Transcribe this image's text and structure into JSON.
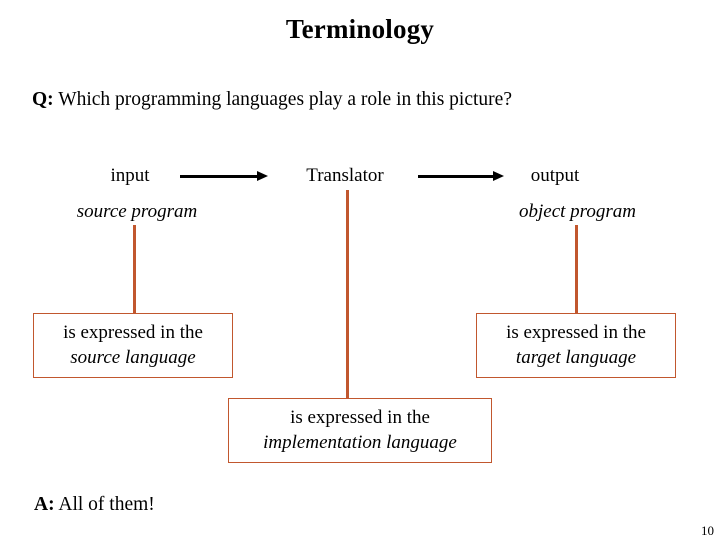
{
  "slide": {
    "title": "Terminology",
    "page_number": "10",
    "accent_color": "#C1572E",
    "text_color": "#000000",
    "background_color": "#FFFFFF"
  },
  "question": {
    "prefix": "Q:",
    "text": " Which programming languages play a role in this picture?"
  },
  "answer": {
    "prefix": "A:",
    "text": " All of them!"
  },
  "flow": {
    "nodes": [
      {
        "label": "input",
        "sublabel": "source program"
      },
      {
        "label": "Translator",
        "sublabel": ""
      },
      {
        "label": "output",
        "sublabel": "object program"
      }
    ],
    "arrows": [
      {
        "from": "input",
        "to": "Translator",
        "direction": "right"
      },
      {
        "from": "Translator",
        "to": "output",
        "direction": "right"
      }
    ]
  },
  "boxes": [
    {
      "id": "source-language",
      "line_1": "is expressed in the",
      "line_2": "source language",
      "connects_to": "source program"
    },
    {
      "id": "target-language",
      "line_1": "is expressed in the",
      "line_2": "target language",
      "connects_to": "object program"
    },
    {
      "id": "implementation-language",
      "line_1": "is expressed in the",
      "line_2": "implementation language",
      "connects_to": "Translator"
    }
  ]
}
